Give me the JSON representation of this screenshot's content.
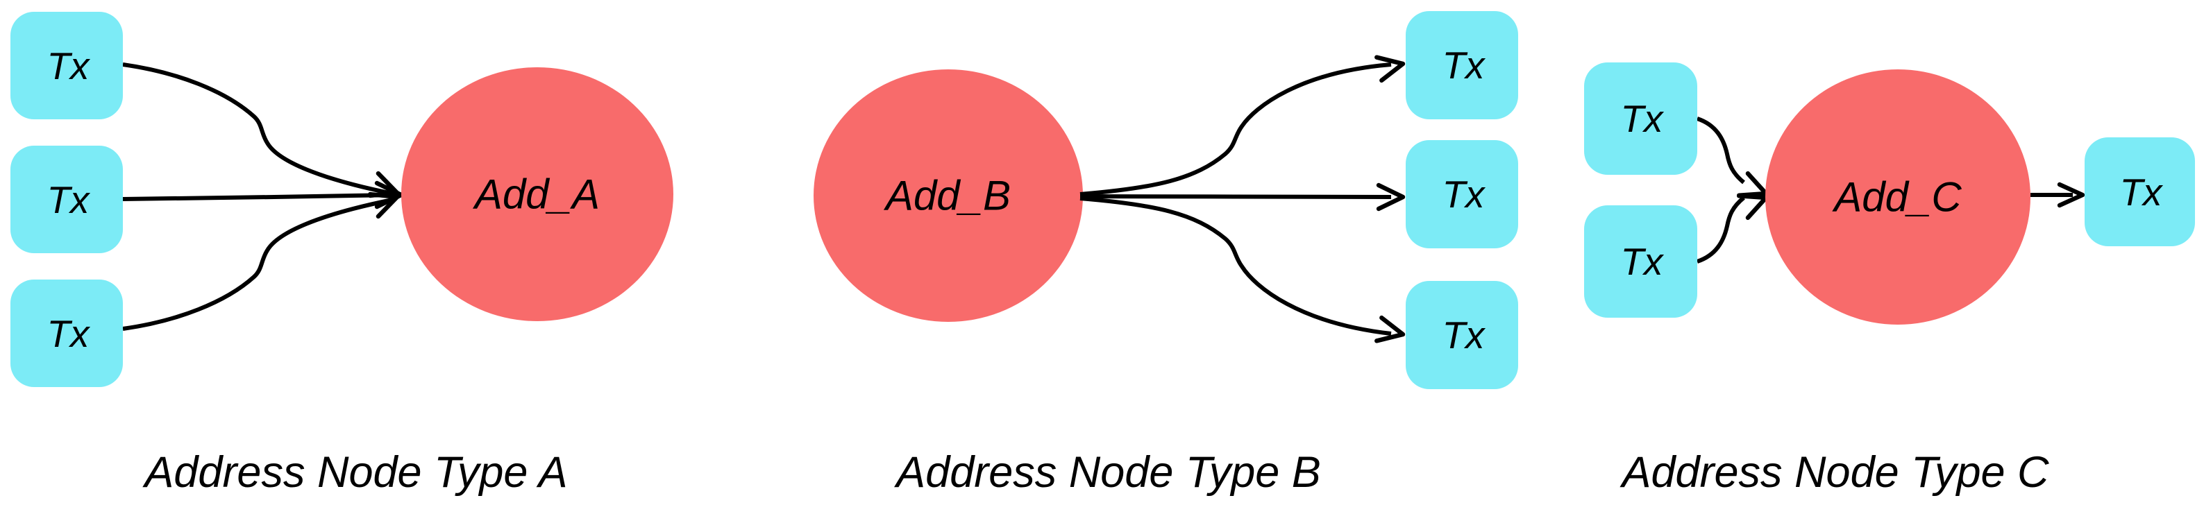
{
  "diagram": {
    "background": "#ffffff",
    "colors": {
      "tx_box": "#7CEBF6",
      "address_node": "#F86B6B",
      "edge": "#000000",
      "text": "#000000"
    },
    "tx_label": "Tx",
    "groups": [
      {
        "id": "A",
        "address_label": "Add_A",
        "caption": "Address Node Type A",
        "incoming_tx_count": 3,
        "outgoing_tx_count": 0
      },
      {
        "id": "B",
        "address_label": "Add_B",
        "caption": "Address Node Type B",
        "incoming_tx_count": 0,
        "outgoing_tx_count": 3
      },
      {
        "id": "C",
        "address_label": "Add_C",
        "caption": "Address Node Type C",
        "incoming_tx_count": 2,
        "outgoing_tx_count": 1
      }
    ]
  }
}
